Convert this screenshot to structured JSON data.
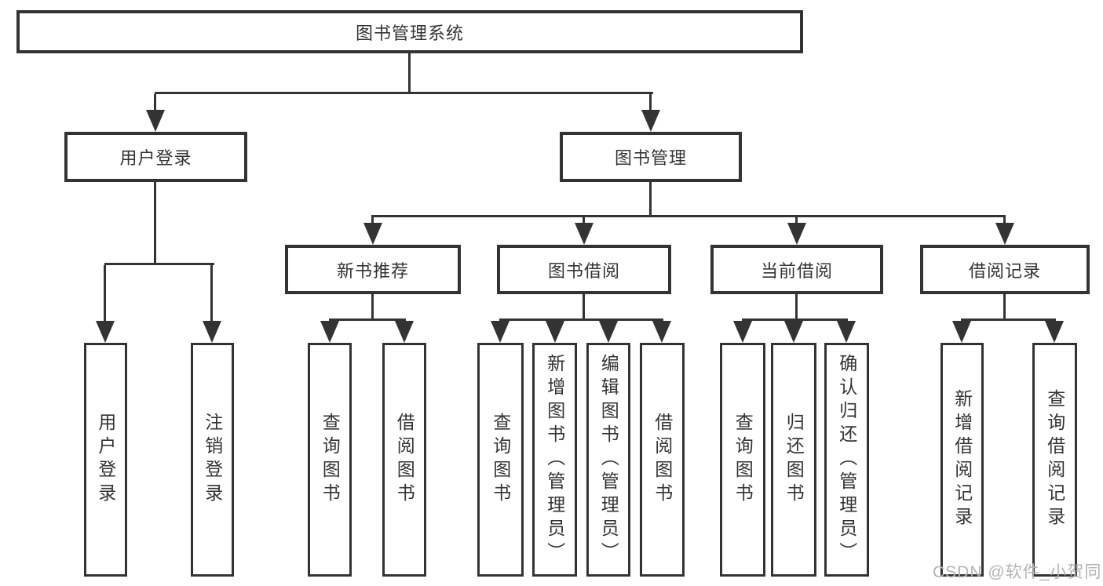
{
  "tree": {
    "label": "图书管理系统",
    "children": [
      {
        "label": "用户登录",
        "children": [
          {
            "label": "用户登录"
          },
          {
            "label": "注销登录"
          }
        ]
      },
      {
        "label": "图书管理",
        "children": [
          {
            "label": "新书推荐",
            "children": [
              {
                "label": "查询图书"
              },
              {
                "label": "借阅图书"
              }
            ]
          },
          {
            "label": "图书借阅",
            "children": [
              {
                "label": "查询图书"
              },
              {
                "label": "新增图书（管理员）"
              },
              {
                "label": "编辑图书（管理员）"
              },
              {
                "label": "借阅图书"
              }
            ]
          },
          {
            "label": "当前借阅",
            "children": [
              {
                "label": "查询图书"
              },
              {
                "label": "归还图书"
              },
              {
                "label": "确认归还（管理员）"
              }
            ]
          },
          {
            "label": "借阅记录",
            "children": [
              {
                "label": "新增借阅记录"
              },
              {
                "label": "查询借阅记录"
              }
            ]
          }
        ]
      }
    ]
  },
  "watermark": {
    "text": "CSDN @软件_小贺同学"
  },
  "colors": {
    "line": "#333333",
    "text": "#333333",
    "box_bg": "#ffffff",
    "background": "#ffffff",
    "watermark": "#b3b3b3"
  }
}
